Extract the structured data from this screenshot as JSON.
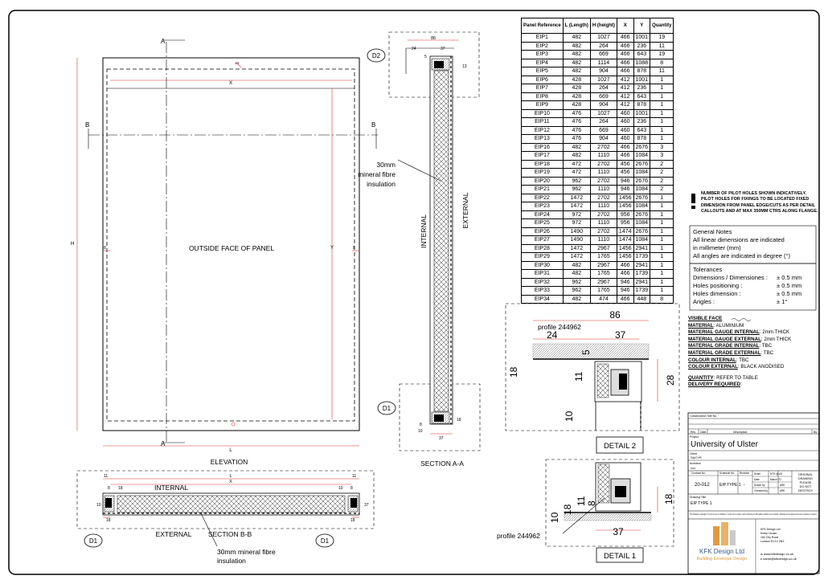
{
  "table": {
    "headers": [
      "Panel Reference",
      "L (Length)",
      "H (height)",
      "X",
      "Y",
      "Quantity"
    ],
    "rows": [
      [
        "EIP1",
        "482",
        "1027",
        "466",
        "1001",
        "19"
      ],
      [
        "EIP2",
        "482",
        "264",
        "466",
        "236",
        "11"
      ],
      [
        "EIP3",
        "482",
        "669",
        "466",
        "643",
        "19"
      ],
      [
        "EIP4",
        "482",
        "1114",
        "466",
        "1088",
        "8"
      ],
      [
        "EIP5",
        "482",
        "904",
        "466",
        "878",
        "11"
      ],
      [
        "EIP6",
        "428",
        "1027",
        "412",
        "1001",
        "1"
      ],
      [
        "EIP7",
        "428",
        "264",
        "412",
        "236",
        "1"
      ],
      [
        "EIP8",
        "428",
        "669",
        "412",
        "643",
        "1"
      ],
      [
        "EIP9",
        "428",
        "904",
        "412",
        "878",
        "1"
      ],
      [
        "EIP10",
        "476",
        "1027",
        "460",
        "1001",
        "1"
      ],
      [
        "EIP11",
        "476",
        "264",
        "460",
        "236",
        "1"
      ],
      [
        "EIP12",
        "476",
        "669",
        "460",
        "643",
        "1"
      ],
      [
        "EIP13",
        "476",
        "904",
        "460",
        "878",
        "1"
      ],
      [
        "EIP16",
        "482",
        "2702",
        "466",
        "2676",
        "3"
      ],
      [
        "EIP17",
        "482",
        "1110",
        "466",
        "1084",
        "3"
      ],
      [
        "EIP18",
        "472",
        "2702",
        "456",
        "2676",
        "2"
      ],
      [
        "EIP19",
        "472",
        "1110",
        "456",
        "1084",
        "2"
      ],
      [
        "EIP20",
        "962",
        "2702",
        "946",
        "2676",
        "2"
      ],
      [
        "EIP21",
        "962",
        "1110",
        "946",
        "1084",
        "2"
      ],
      [
        "EIP22",
        "1472",
        "2702",
        "1456",
        "2676",
        "1"
      ],
      [
        "EIP23",
        "1472",
        "1110",
        "1456",
        "1084",
        "1"
      ],
      [
        "EIP24",
        "972",
        "2702",
        "956",
        "2676",
        "1"
      ],
      [
        "EIP25",
        "972",
        "1110",
        "956",
        "1084",
        "1"
      ],
      [
        "EIP26",
        "1490",
        "2702",
        "1474",
        "2676",
        "1"
      ],
      [
        "EIP27",
        "1490",
        "1110",
        "1474",
        "1084",
        "1"
      ],
      [
        "EIP28",
        "1472",
        "2967",
        "1456",
        "2941",
        "1"
      ],
      [
        "EIP29",
        "1472",
        "1765",
        "1456",
        "1739",
        "1"
      ],
      [
        "EIP30",
        "482",
        "2967",
        "466",
        "2941",
        "1"
      ],
      [
        "EIP31",
        "482",
        "1765",
        "466",
        "1739",
        "1"
      ],
      [
        "EIP32",
        "962",
        "2967",
        "946",
        "2941",
        "1"
      ],
      [
        "EIP33",
        "962",
        "1765",
        "946",
        "1739",
        "1"
      ],
      [
        "EIP34",
        "482",
        "474",
        "466",
        "448",
        "8"
      ]
    ]
  },
  "elevation": {
    "face_label": "OUTSIDE FACE OF PANEL",
    "title": "ELEVATION",
    "marker_a": "A",
    "marker_b": "B",
    "dim_x": "X",
    "dim_y": "Y",
    "dim_h": "H",
    "dim_l": "L",
    "dim_8": "8",
    "dim_13": "13"
  },
  "section_aa": {
    "title": "SECTION A-A",
    "internal": "INTERNAL",
    "external": "EXTERNAL",
    "insulation": [
      "30mm",
      "mineral fibre",
      "insulation"
    ],
    "callout_top": "D2",
    "callout_bottom": "D1",
    "dim_86": "86",
    "dim_37": "37",
    "dim_24": "24",
    "dim_5": "5",
    "dim_13": "13",
    "dim_18": "18",
    "dim_10": "10",
    "dim_8": "8"
  },
  "section_bb": {
    "title": "SECTION B-B",
    "internal": "INTERNAL",
    "external": "EXTERNAL",
    "insulation": [
      "30mm mineral fibre",
      "insulation"
    ],
    "callout_left": "D1",
    "callout_right": "D1",
    "dim_x": "X",
    "dim_l": "L",
    "dim_11": "11",
    "dim_8": "8",
    "dim_18": "18",
    "dim_10": "10",
    "dim_37": "37"
  },
  "detail2": {
    "title": "DETAIL 2",
    "profile": "profile 244962",
    "d86": "86",
    "d24": "24",
    "d37": "37",
    "d5": "5",
    "d18": "18",
    "d11": "11",
    "d28": "28",
    "d10": "10"
  },
  "detail1": {
    "title": "DETAIL 1",
    "profile": "profile 244962",
    "d10": "10",
    "d18": "18",
    "d11": "11",
    "d8": "8",
    "d37": "37"
  },
  "pilot_note": "NUMBER OF PILOT HOLES SHOWN INDICATIVELY. PILOT HOLES FOR FIXINGS TO BE LOCATED FIXED DIMENSION FROM PANEL EDGE/CUTS AS PER DETAIL CALLOUTS AND AT MAX 350MM CTRS ALONG FLANGE.",
  "general_notes": {
    "title": "General Notes",
    "line1": "All linear dimensions are indicated",
    "line2": "in millimeter (mm)",
    "line3": "All angles are indicated in degree (°)"
  },
  "tolerances": {
    "title": "Tolerances",
    "rows": [
      {
        "label": "Dimensions / Dimensiones :",
        "value": "± 0.5 mm"
      },
      {
        "label": "Holes positioning :",
        "value": "± 0.5 mm"
      },
      {
        "label": "Holes dimension :",
        "value": "± 0.5 mm"
      },
      {
        "label": "Angles :",
        "value": "± 1°"
      }
    ]
  },
  "materials": {
    "visible_face": "VISIBLE FACE",
    "items": [
      {
        "label": "MATERIAL",
        "value": ": ALUMINIUM"
      },
      {
        "label": "MATERIAL GAUGE INTERNAL",
        "value": ": 2mm THICK"
      },
      {
        "label": "MATERIAL GAUGE EXTERNAL",
        "value": ": 2mm THICK"
      },
      {
        "label": "MATERIAL GRADE INTERNAL",
        "value": ": TBC"
      },
      {
        "label": "MATERIAL GRADE EXTERNAL",
        "value": ": TBC"
      },
      {
        "label": "COLOUR INTERNAL",
        "value": ": TBC"
      },
      {
        "label": "COLOUR EXTERNAL",
        "value": ": BLACK ANODISED"
      },
      {
        "label": "QUANTITY",
        "value": ": REFER TO TABLE"
      },
      {
        "label": "DELIVERY REQUIRED",
        "value": ":"
      }
    ]
  },
  "title_block": {
    "collab": "Collaboration Site No.",
    "rev": "Rev",
    "date": "Date",
    "description": "Description",
    "by": "By",
    "project_label": "Project",
    "project": "University of Ulster",
    "client_label": "Client",
    "client": "SACYR",
    "architect_label": "Architect",
    "architect": "xxx",
    "contract_label": "Contract No.",
    "contract": "20-012",
    "schedule_label": "Schedule No.",
    "schedule": "EIP TYPE 1",
    "revision_label": "Revision",
    "revision": "-",
    "scale_label": "Scale",
    "scale": "NTS @ A3",
    "date_label": "Date",
    "date_value": "March '21",
    "drawn_label": "Drawn by",
    "drawn": "ARK",
    "checked_label": "Checked by",
    "checked": "ARK",
    "original": [
      "ORIGINAL",
      "DRAWING",
      "PLEASE",
      "DO NOT",
      "DESTROY"
    ],
    "drawing_title_label": "Drawing Title",
    "drawing_title": "EIP TYPE 1",
    "copyright": "This drawing is copyright. It is sent to you in confidence. It must not be copied, used or disclosed to third parties without our permission. Drawings are property and must be returned on request."
  },
  "company": {
    "name": "KFK Design Ltd",
    "tagline": "Building Envelope Design",
    "address": [
      "KFK Design Ltd",
      "Kemp House",
      "160 City Road",
      "London EC1V 2NX"
    ],
    "web": "w www.kfkdesign.co.uk",
    "email": "e karim@kfkdesign.co.uk"
  },
  "colors": {
    "dimension": "#d33333",
    "logo_orange": "#e39a3c",
    "logo_blue": "#3c5a8c"
  }
}
